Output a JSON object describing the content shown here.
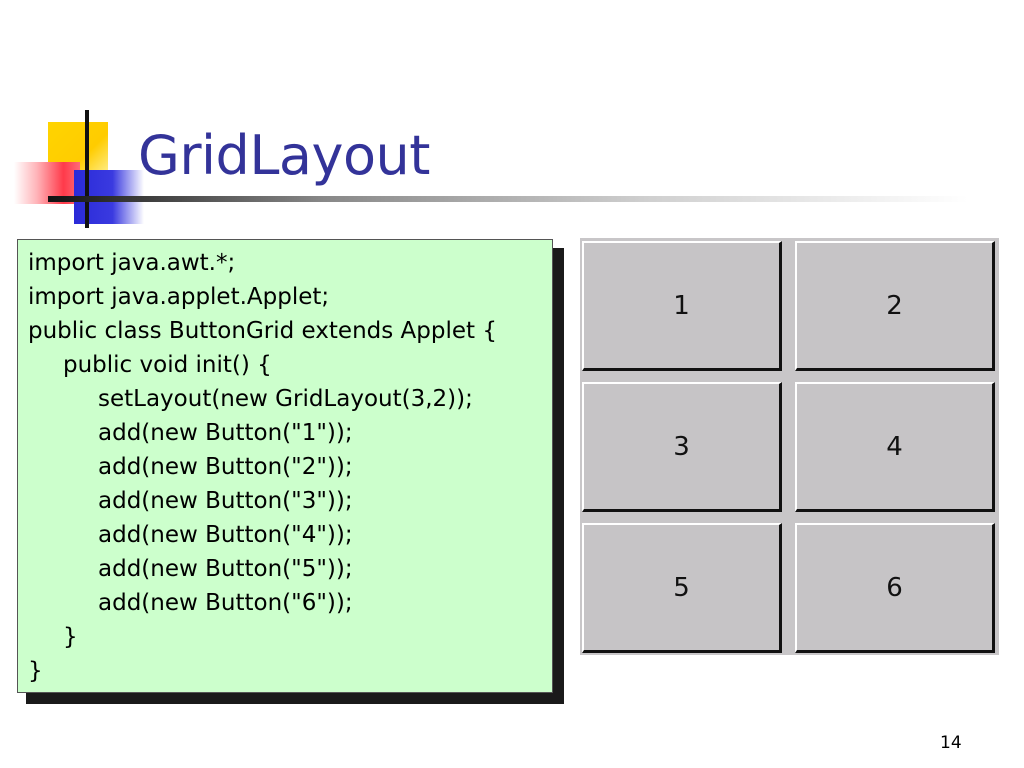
{
  "slide": {
    "title": "GridLayout",
    "page_number": "14"
  },
  "code": {
    "lines": [
      "import java.awt.*;",
      "import java.applet.Applet;",
      "public class ButtonGrid extends Applet {",
      "public void init() {",
      "setLayout(new GridLayout(3,2));",
      "add(new Button(\"1\"));",
      "add(new Button(\"2\"));",
      "add(new Button(\"3\"));",
      "add(new Button(\"4\"));",
      "add(new Button(\"5\"));",
      "add(new Button(\"6\"));",
      "}",
      "}"
    ]
  },
  "applet": {
    "buttons": [
      "1",
      "2",
      "3",
      "4",
      "5",
      "6"
    ]
  },
  "colors": {
    "title": "#333399",
    "code_background": "#ccffcc",
    "button_face": "#c6c4c6"
  }
}
